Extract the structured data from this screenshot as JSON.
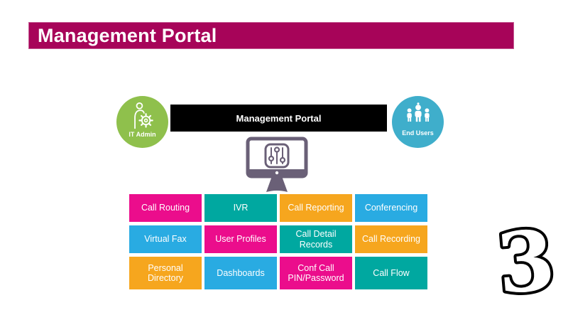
{
  "slide_title": {
    "text": "Management Portal",
    "bg": "#A70459",
    "text_color": "#FFFFFF"
  },
  "portal_bar": {
    "label": "Management Portal",
    "bg": "#000000",
    "text_color": "#FFFFFF"
  },
  "actors": {
    "it_admin": {
      "label": "IT Admin",
      "color": "#8FC04C",
      "icon": "admin-person-gear-icon"
    },
    "end_users": {
      "label": "End Users",
      "color": "#3FAECB",
      "icon": "users-group-icon"
    }
  },
  "monitor": {
    "icon": "monitor-settings-sliders-icon",
    "color": "#6A6077"
  },
  "features": {
    "items": [
      {
        "label": "Call Routing",
        "color": "#EB0D8C"
      },
      {
        "label": "IVR",
        "color": "#00A8A0"
      },
      {
        "label": "Call Reporting",
        "color": "#F6A61E"
      },
      {
        "label": "Conferencing",
        "color": "#29ABE2"
      },
      {
        "label": "Virtual Fax",
        "color": "#29ABE2"
      },
      {
        "label": "User Profiles",
        "color": "#EB0D8C"
      },
      {
        "label": "Call Detail Records",
        "color": "#00A8A0"
      },
      {
        "label": "Call Recording",
        "color": "#F6A61E"
      },
      {
        "label": "Personal Directory",
        "color": "#F6A61E"
      },
      {
        "label": "Dashboards",
        "color": "#29ABE2"
      },
      {
        "label": "Conf Call PIN/Password",
        "color": "#EB0D8C"
      },
      {
        "label": "Call Flow",
        "color": "#00A8A0"
      }
    ]
  },
  "brand": {
    "logo_name": "three-logo",
    "logo_glyph": "3",
    "color": "#000000"
  }
}
